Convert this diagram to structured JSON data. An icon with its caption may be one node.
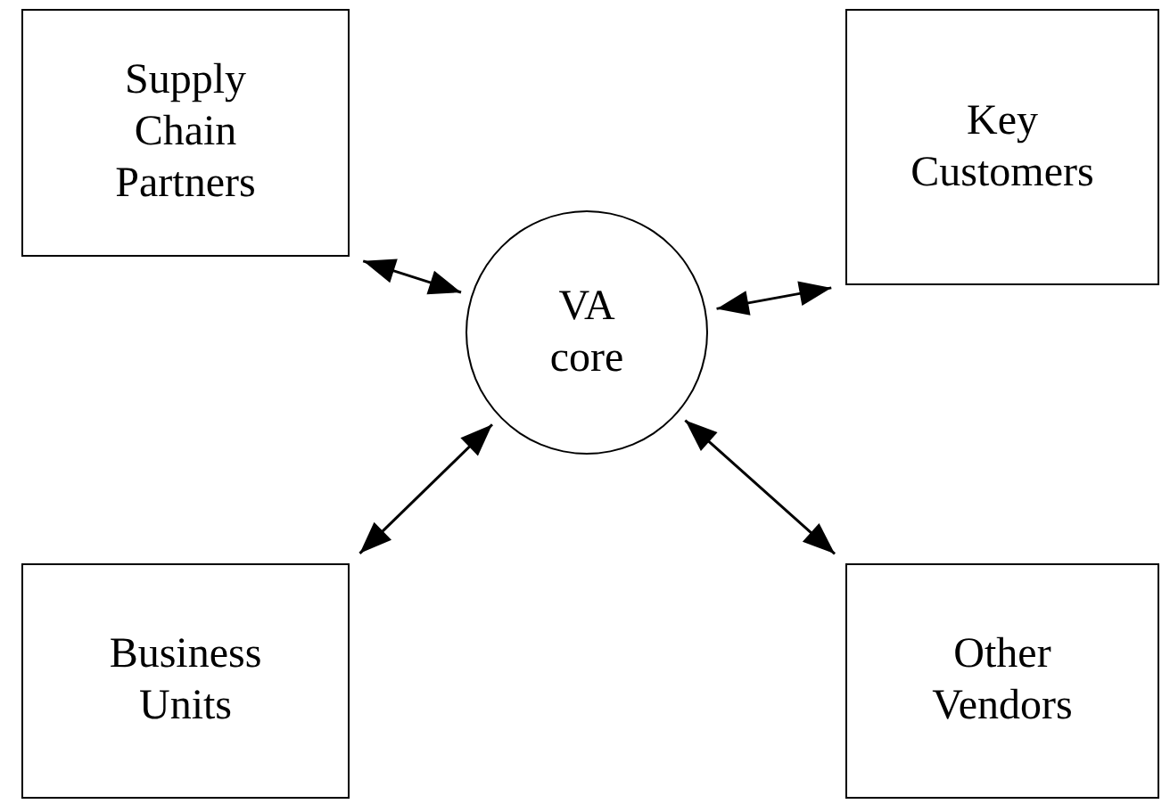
{
  "diagram": {
    "nodes": [
      {
        "text": [
          "Supply Chain Partners"
        ]
      },
      {
        "text": [
          "Key Customers"
        ]
      },
      {
        "text": [
          "VA core"
        ]
      },
      {
        "text": [
          "Business Units"
        ]
      },
      {
        "text": [
          "Other Vendors"
        ]
      }
    ],
    "edges": [
      {
        "from": 0,
        "to": 2,
        "arrow": "both"
      },
      {
        "from": 1,
        "to": 2,
        "arrow": "both"
      },
      {
        "from": 3,
        "to": 2,
        "arrow": "both"
      },
      {
        "from": 4,
        "to": 2,
        "arrow": "both"
      }
    ]
  }
}
